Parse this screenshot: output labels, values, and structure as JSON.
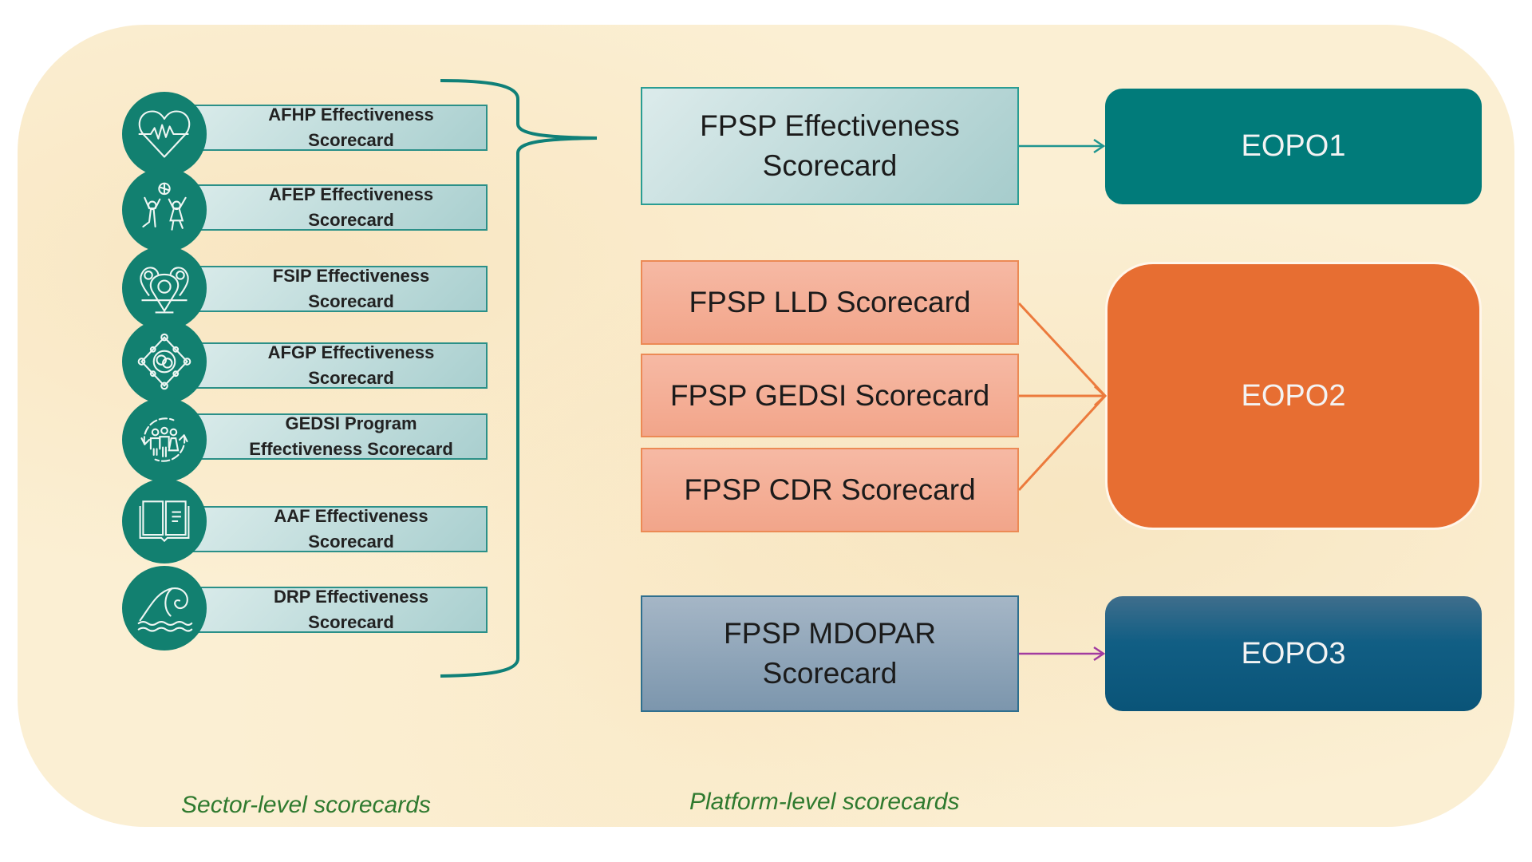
{
  "sector": {
    "caption": "Sector-level scorecards",
    "items": [
      {
        "line1": "AFHP Effectiveness",
        "line2": "Scorecard",
        "icon": "heart-pulse-icon"
      },
      {
        "line1": "AFEP Effectiveness",
        "line2": "Scorecard",
        "icon": "children-playing-icon"
      },
      {
        "line1": "FSIP Effectiveness",
        "line2": "Scorecard",
        "icon": "location-pins-icon"
      },
      {
        "line1": "AFGP Effectiveness",
        "line2": "Scorecard",
        "icon": "governance-network-icon"
      },
      {
        "line1": "GEDSI Program",
        "line2": "Effectiveness Scorecard",
        "icon": "inclusive-people-cycle-icon"
      },
      {
        "line1": "AAF Effectiveness",
        "line2": "Scorecard",
        "icon": "open-book-icon"
      },
      {
        "line1": "DRP Effectiveness",
        "line2": "Scorecard",
        "icon": "wave-icon"
      }
    ]
  },
  "platform": {
    "caption": "Platform-level scorecards",
    "effectiveness": {
      "line1": "FPSP Effectiveness",
      "line2": "Scorecard"
    },
    "lld": "FPSP LLD Scorecard",
    "gedsi": "FPSP GEDSI Scorecard",
    "cdr": "FPSP CDR Scorecard",
    "mdopar": {
      "line1": "FPSP MDOPAR",
      "line2": "Scorecard"
    }
  },
  "outcomes": {
    "eopo1": "EOPO1",
    "eopo2": "EOPO2",
    "eopo3": "EOPO3"
  },
  "colors": {
    "teal": "#128070",
    "eopo1": "#017b7a",
    "eopo2": "#e76e32",
    "eopo3": "#0a5478",
    "arrow_teal": "#1f9590",
    "arrow_orange": "#ec7a3c",
    "arrow_purple": "#a23ba0",
    "caption_green": "#2f7a2f"
  }
}
